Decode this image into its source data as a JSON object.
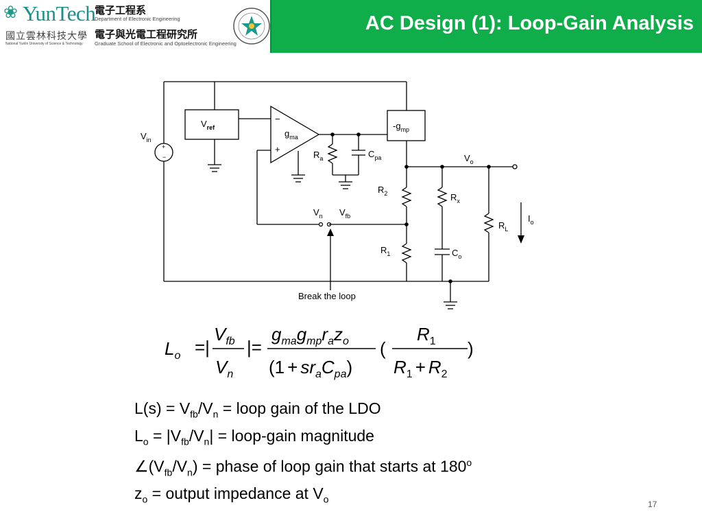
{
  "header": {
    "logo_name": "YunTech",
    "university_zh": "國立雲林科技大學",
    "university_en": "National Yunlin University of Science & Technology",
    "department_zh": "電子工程系",
    "department_en": "Department of Electronic Engineering",
    "graduate_zh": "電子與光電工程研究所",
    "graduate_en": "Graduate School of Electronic and Optoelectronic Engineering",
    "title": "AC Design (1): Loop-Gain Analysis",
    "bar_color": "#0fae4b"
  },
  "circuit": {
    "vin": "V",
    "vin_sub": "in",
    "vref": "V",
    "vref_sub": "ref",
    "minus": "−",
    "plus": "+",
    "gma": "g",
    "gma_sub": "ma",
    "gmp": "-g",
    "gmp_sub": "mp",
    "ra": "R",
    "ra_sub": "a",
    "cpa": "C",
    "cpa_sub": "pa",
    "vo": "V",
    "vo_sub": "o",
    "r2": "R",
    "r2_sub": "2",
    "rx": "R",
    "rx_sub": "x",
    "rl": "R",
    "rl_sub": "L",
    "io": "I",
    "io_sub": "o",
    "vn": "V",
    "vn_sub": "n",
    "vfb": "V",
    "vfb_sub": "fb",
    "r1": "R",
    "r1_sub": "1",
    "co": "C",
    "co_sub": "o",
    "break_label": "Break the loop"
  },
  "equation": {
    "lo": "L",
    "lo_sub": "o",
    "eq1": "=|",
    "bar": "|=",
    "vfb": "V",
    "vfb_sub": "fb",
    "vn": "V",
    "vn_sub": "n",
    "numer": [
      "g",
      "ma",
      "g",
      "mp",
      "r",
      "a",
      "z",
      "o"
    ],
    "denom_a": "(1",
    "denom_b": "+",
    "denom_c": "sr",
    "denom_c_sub": "a",
    "denom_d": "C",
    "denom_d_sub": "pa",
    "denom_e": ")",
    "open": "(",
    "close": ")",
    "r1": "R",
    "r1_sub": "1",
    "r1b": "R",
    "r1b_sub": "1",
    "plus": "+",
    "r2": "R",
    "r2_sub": "2"
  },
  "definitions": [
    {
      "a": "L(s) = V",
      "b": "fb",
      "c": "/V",
      "d": "n",
      "e": " = loop gain of the LDO"
    },
    {
      "a": "L",
      "b": "o",
      "c": " = |V",
      "d": "fb",
      "e": "/V",
      "f": "n",
      "g": "| = loop-gain magnitude"
    },
    {
      "a": "∠(V",
      "b": "fb",
      "c": "/V",
      "d": "n",
      "e": ") = phase of loop gain that starts at 180",
      "f": "o"
    },
    {
      "a": "z",
      "b": "o",
      "c": " = output impedance at V",
      "d": "o"
    }
  ],
  "page_number": "17"
}
